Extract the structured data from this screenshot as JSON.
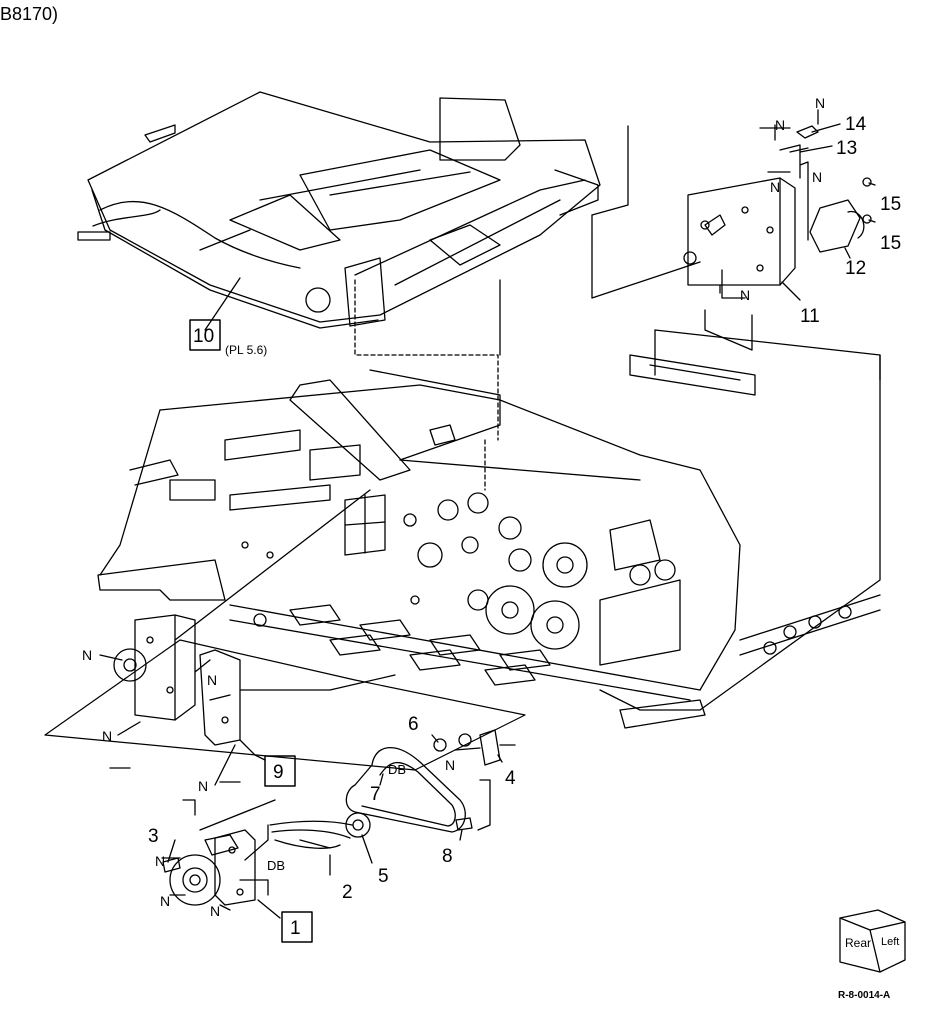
{
  "header_fragment": "B8170)",
  "reference_code": "R-8-0014-A",
  "orientation_cube": {
    "face_1": "Rear",
    "face_2": "Left"
  },
  "pl_reference": "(PL 5.6)",
  "boxed_callouts": [
    "10",
    "9",
    "1"
  ],
  "callouts": {
    "c2": "2",
    "c3": "3",
    "c4": "4",
    "c5": "5",
    "c6": "6",
    "c7": "7",
    "c8": "8",
    "c11": "11",
    "c12": "12",
    "c13": "13",
    "c14": "14",
    "c15a": "15",
    "c15b": "15"
  },
  "belt_label": "DB",
  "screw_label": "N"
}
